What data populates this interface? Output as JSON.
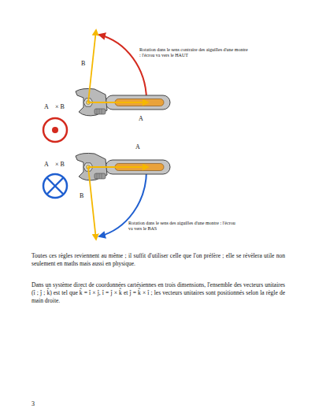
{
  "diagram": {
    "labels": [
      "Rotation dans le sens contraire des aiguilles d'une montre : l'écrou va vers le HAUT",
      "B⃗",
      "A⃗ × B⃗",
      "A⃗",
      "A⃗ × B⃗",
      "A⃗",
      "B⃗",
      "Rotation dans le sens des aiguilles d'une montre : l'écrou va vers le BAS",
      "Toutes ces règles reviennent au même ; il suffit d'utiliser celle que l'on préfère ; elle se révèlera utile non seulement en maths mais aussi en physique.",
      "Dans un système direct de coordonnées cartésiennes en trois dimensions, l'ensemble des vecteurs unitaires (î ; ĵ ; k̂) est tel que k̂ = î × ĵ, î = ĵ × k̂ et ĵ = k̂ × î ; les vecteurs unitaires sont positionnés selon la règle de main droite.",
      "3"
    ]
  }
}
